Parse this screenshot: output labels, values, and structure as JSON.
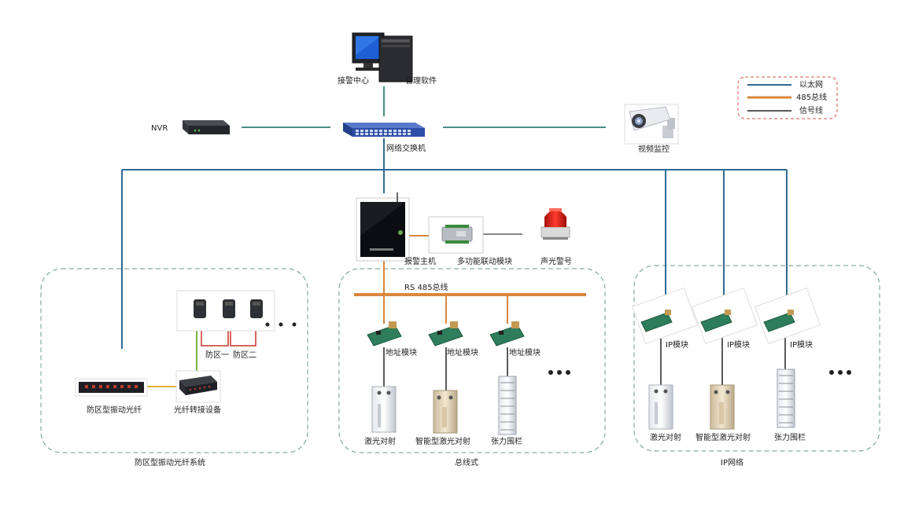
{
  "labels": {
    "alarm_center": "接警中心",
    "mgmt_software": "管理软件",
    "nvr": "NVR",
    "switch": "网络交换机",
    "video_monitor": "视频监控",
    "alarm_host": "报警主机",
    "multi_module": "多功能联动模块",
    "sound_light": "声光警号",
    "rs485_bus": "RS 485总线",
    "zone1": "防区一",
    "zone2": "防区二",
    "zone_fiber": "防区型振动光纤",
    "fiber_device": "光纤转接设备",
    "addr_module": "地址模块",
    "laser": "激光对射",
    "smart_laser": "智能型激光对射",
    "tension_fence": "张力围栏",
    "ip_module": "IP模块",
    "group_fiber": "防区型振动光纤系统",
    "group_bus": "总线式",
    "group_ip": "IP网络"
  },
  "legend": {
    "ethernet": "以太网",
    "bus485": "485总线",
    "signal": "信号线"
  },
  "colors": {
    "ethernet": "#2f6a93",
    "bus485": "#d9873c",
    "signal": "#222222",
    "switch_link": "#4a8f86",
    "zone_wire": "#c8322b",
    "fiber": "#7cb342",
    "dashed_box": "#6f9a8a",
    "legend_box": "#d9534f"
  }
}
